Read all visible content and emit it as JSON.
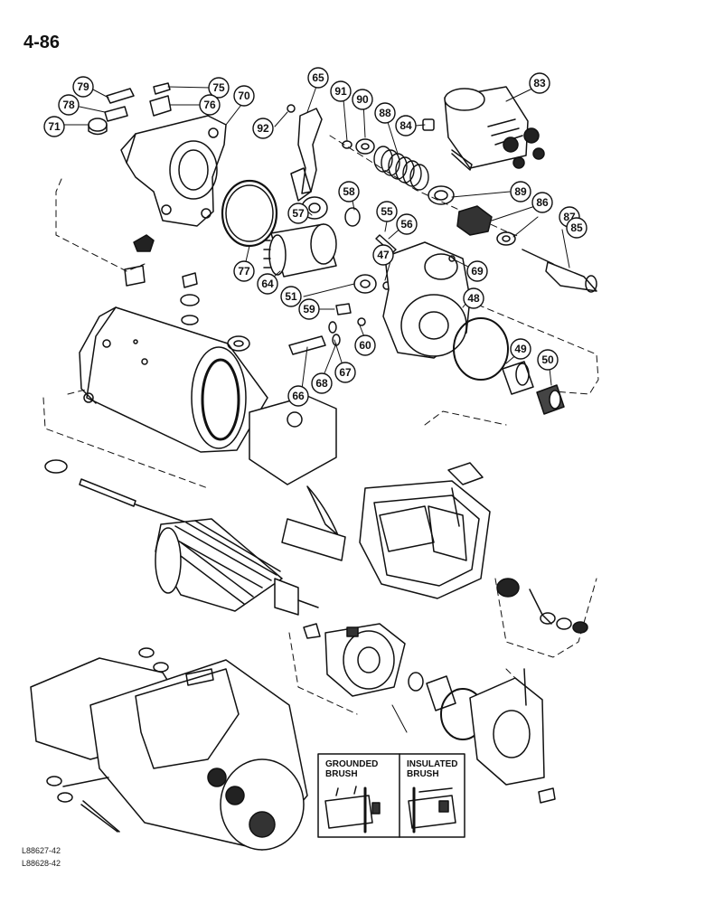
{
  "page_number": "4-86",
  "figure_refs": [
    "L88627-42",
    "L88628-42"
  ],
  "callouts": [
    "79",
    "75",
    "70",
    "65",
    "91",
    "90",
    "88",
    "84",
    "83",
    "78",
    "76",
    "92",
    "71",
    "58",
    "55",
    "57",
    "56",
    "89",
    "86",
    "87",
    "85",
    "47",
    "69",
    "77",
    "64",
    "51",
    "48",
    "59",
    "60",
    "49",
    "50",
    "68",
    "67",
    "66"
  ],
  "inset": {
    "left_title": [
      "GROUNDED",
      "BRUSH"
    ],
    "right_title": [
      "INSULATED",
      "BRUSH"
    ]
  }
}
